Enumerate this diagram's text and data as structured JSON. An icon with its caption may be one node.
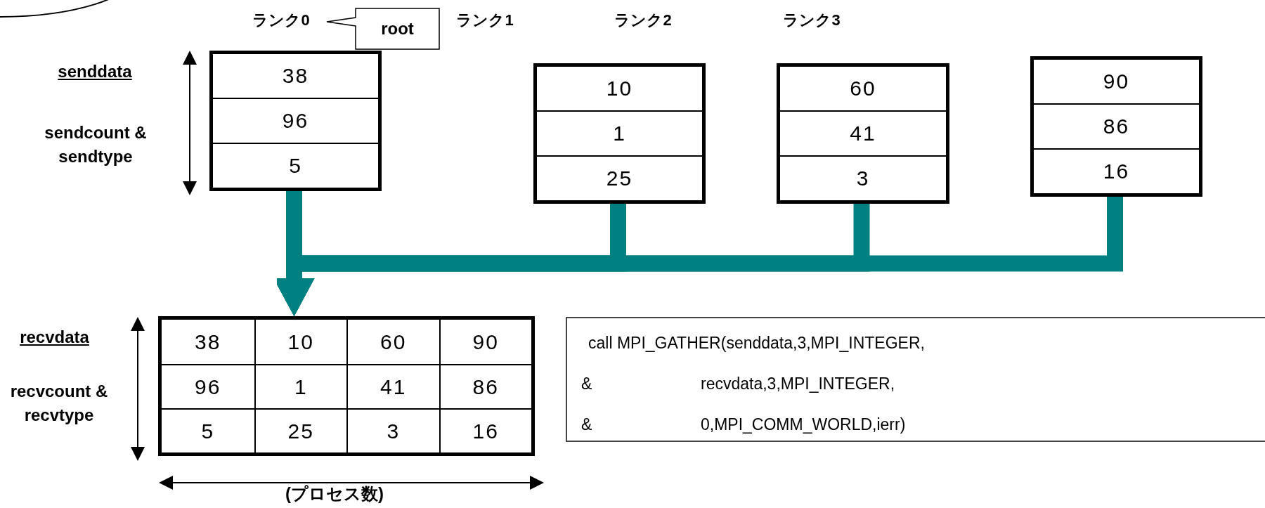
{
  "diagram": {
    "nodes": [
      {
        "text": [],
        "shape": "ellipse"
      },
      {
        "text": [
          "root"
        ]
      },
      {
        "text": [
          "38",
          "96",
          "5"
        ]
      },
      {
        "text": [
          "10",
          "1",
          "25"
        ]
      },
      {
        "text": [
          "60",
          "41",
          "3"
        ]
      },
      {
        "text": [
          "90",
          "86",
          "16"
        ]
      },
      {
        "text": [
          "38",
          "10",
          "60",
          "90",
          "96",
          "1",
          "41",
          "86",
          "5",
          "25",
          "3",
          "16"
        ]
      },
      {
        "text": [
          "call MPI_GATHER(senddata,3,MPI_INTEGER,",
          "&",
          "recvdata,3,MPI_INTEGER,",
          "&",
          "0,MPI_COMM_WORLD,ierr)"
        ]
      }
    ],
    "edges": [
      {
        "from": 2,
        "to": 6,
        "arrow": "to",
        "color": "#008080"
      },
      {
        "from": 3,
        "to": 6,
        "arrow": "to",
        "color": "#008080"
      },
      {
        "from": 4,
        "to": 6,
        "arrow": "to",
        "color": "#008080"
      },
      {
        "from": 5,
        "to": 6,
        "arrow": "to",
        "color": "#008080"
      }
    ],
    "labels": [
      "ランク0",
      "ランク1",
      "ランク2",
      "ランク3",
      "senddata",
      "sendcount & sendtype",
      "recvdata",
      "recvcount & recvtype",
      "(プロセス数)"
    ]
  }
}
